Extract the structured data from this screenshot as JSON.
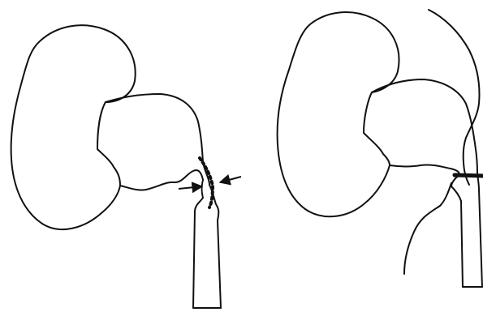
{
  "figure": {
    "background": "#ffffff",
    "line_color": "#111111",
    "panels": [
      {
        "id": "left",
        "elements": [
          "kidney-outline",
          "renal-pelvis",
          "ureter",
          "dotted-line",
          "arrow-left",
          "arrow-right"
        ]
      },
      {
        "id": "right",
        "elements": [
          "kidney-outline",
          "renal-pelvis",
          "ureter",
          "crossing-vessel",
          "lower-vessel",
          "constriction-band"
        ]
      }
    ]
  }
}
